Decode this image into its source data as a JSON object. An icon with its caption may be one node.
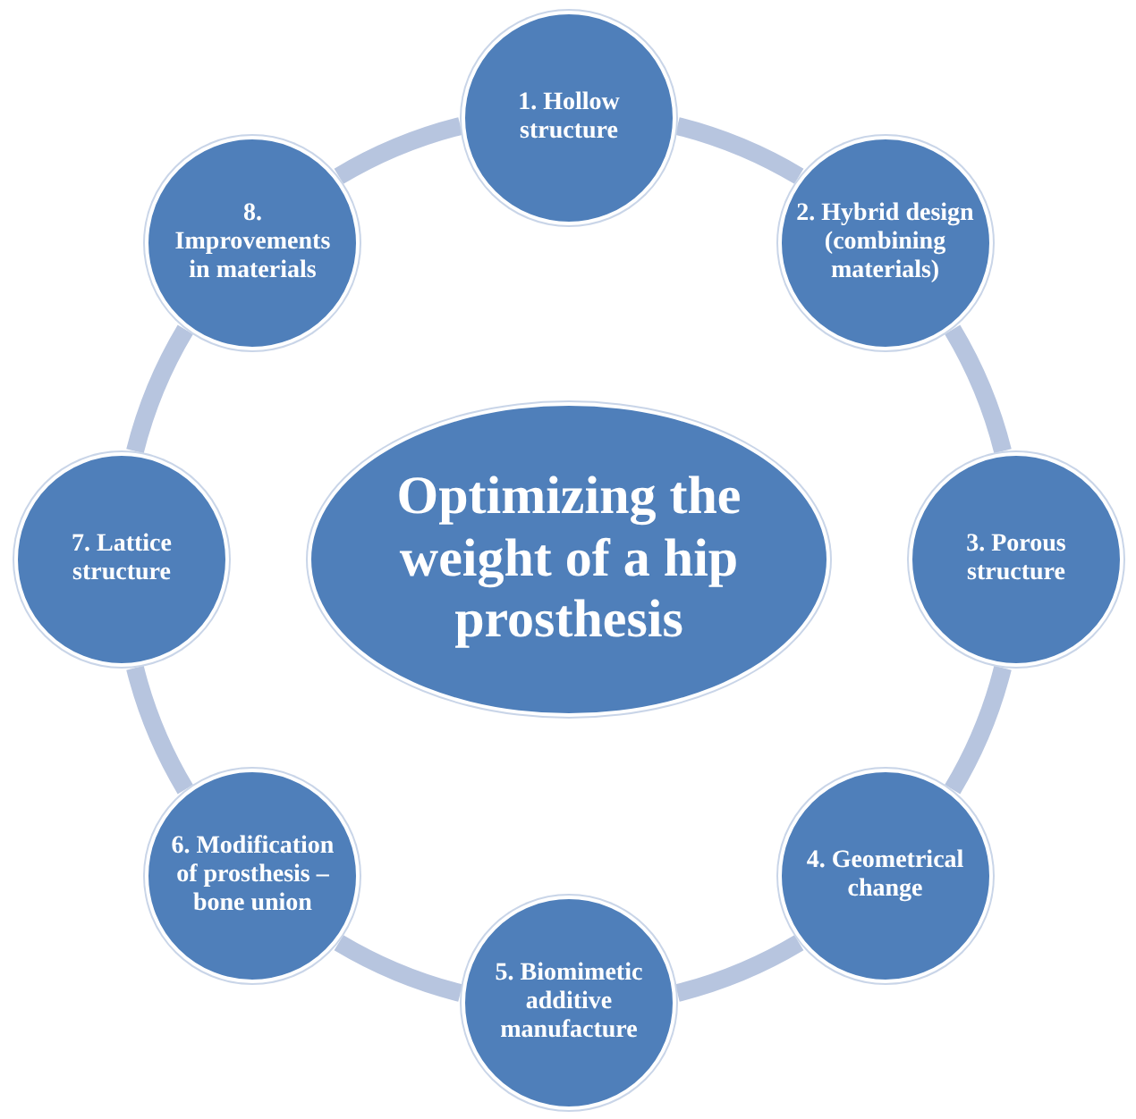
{
  "diagram": {
    "nodes": [
      {
        "text": [
          "Optimizing the weight of a hip prosthesis"
        ]
      },
      {
        "text": [
          "1. Hollow structure"
        ]
      },
      {
        "text": [
          "2. Hybrid design (combining materials)"
        ]
      },
      {
        "text": [
          "3. Porous structure"
        ]
      },
      {
        "text": [
          "4. Geometrical change"
        ]
      },
      {
        "text": [
          "5. Biomimetic additive manufacture"
        ]
      },
      {
        "text": [
          "6. Modification of prosthesis – bone union"
        ]
      },
      {
        "text": [
          "7. Lattice structure"
        ]
      },
      {
        "text": [
          "8. Improvements in materials"
        ]
      }
    ],
    "edges": [
      {
        "from": 1,
        "to": 2,
        "arrow": "none"
      },
      {
        "from": 2,
        "to": 3,
        "arrow": "none"
      },
      {
        "from": 3,
        "to": 4,
        "arrow": "none"
      },
      {
        "from": 4,
        "to": 5,
        "arrow": "none"
      },
      {
        "from": 5,
        "to": 6,
        "arrow": "none"
      },
      {
        "from": 6,
        "to": 7,
        "arrow": "none"
      },
      {
        "from": 7,
        "to": 8,
        "arrow": "none"
      },
      {
        "from": 8,
        "to": 1,
        "arrow": "none"
      }
    ]
  }
}
